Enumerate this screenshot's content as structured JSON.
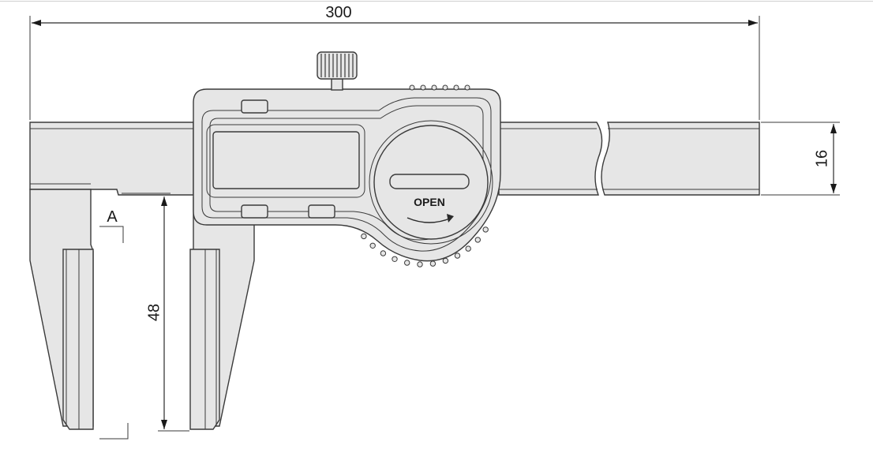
{
  "dimensions": {
    "overall_length": "300",
    "beam_height": "16",
    "jaw_depth": "48"
  },
  "labels": {
    "section_marker": "A",
    "battery_cover": "OPEN"
  },
  "colors": {
    "body_fill": "#e6e6e6",
    "outline": "#3a3a3a",
    "dimension_line": "#2a2a2a"
  }
}
